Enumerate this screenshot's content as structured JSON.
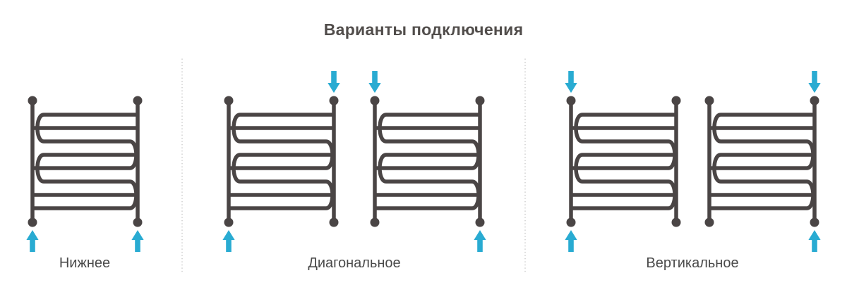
{
  "title": "Варианты подключения",
  "colors": {
    "background": "#ffffff",
    "pipe": "#4a4545",
    "arrow": "#29abd2",
    "title_text": "#514d4b",
    "label_text": "#4a4a4a",
    "separator": "#c9c9c9"
  },
  "groups": [
    {
      "label": "Нижнее",
      "radiators": [
        {
          "inlet": "bottom-left",
          "outlet": "bottom-right"
        }
      ]
    },
    {
      "label": "Диагональное",
      "radiators": [
        {
          "inlet": "top-right",
          "outlet": "bottom-left"
        },
        {
          "inlet": "top-left",
          "outlet": "bottom-right"
        }
      ]
    },
    {
      "label": "Вертикальное",
      "radiators": [
        {
          "inlet": "top-left",
          "outlet": "bottom-left"
        },
        {
          "inlet": "top-right",
          "outlet": "bottom-right"
        }
      ]
    }
  ],
  "icons": {
    "arrow_down": "flow-in-icon",
    "arrow_up": "flow-in-icon"
  }
}
